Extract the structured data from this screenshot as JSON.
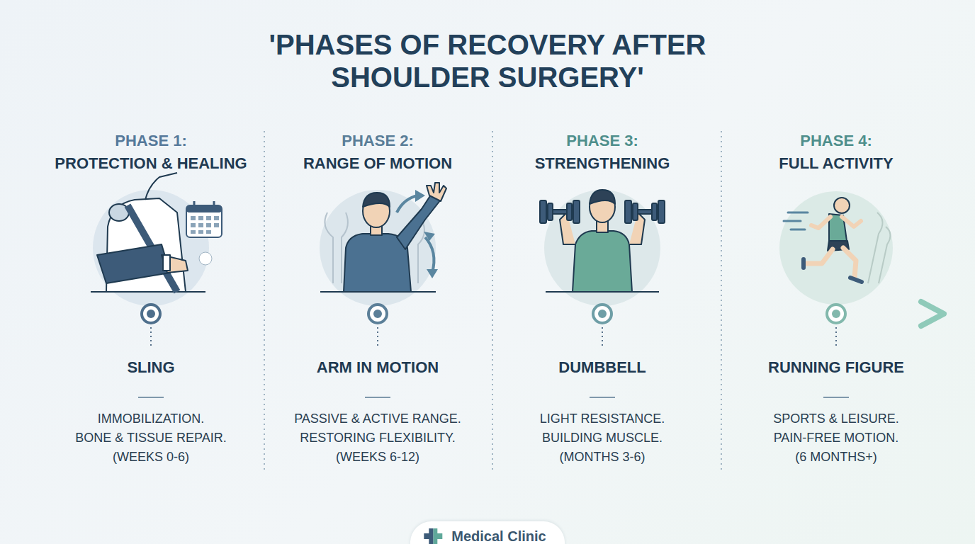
{
  "diagram": {
    "title": "'PHASES OF RECOVERY AFTER SHOULDER SURGERY'",
    "nodes": [
      {
        "text": [
          "Medical Clinic"
        ]
      }
    ],
    "labels": [
      "PHASE 1:",
      "PROTECTION & HEALING",
      "SLING",
      "IMMOBILIZATION.",
      "BONE & TISSUE REPAIR.",
      "(WEEKS 0-6)",
      "PHASE 2:",
      "RANGE OF MOTION",
      "ARM IN MOTION",
      "PASSIVE & ACTIVE RANGE.",
      "RESTORING FLEXIBILITY.",
      "(WEEKS 6-12)",
      "PHASE 3:",
      "STRENGTHENING",
      "DUMBBELL",
      "LIGHT RESISTANCE.",
      "BUILDING MUSCLE.",
      "(MONTHS 3-6)",
      "PHASE 4:",
      "FULL ACTIVITY",
      "RUNNING FIGURE",
      "SPORTS & LEISURE.",
      "PAIN-FREE MOTION.",
      "(6 MONTHS+)"
    ]
  }
}
